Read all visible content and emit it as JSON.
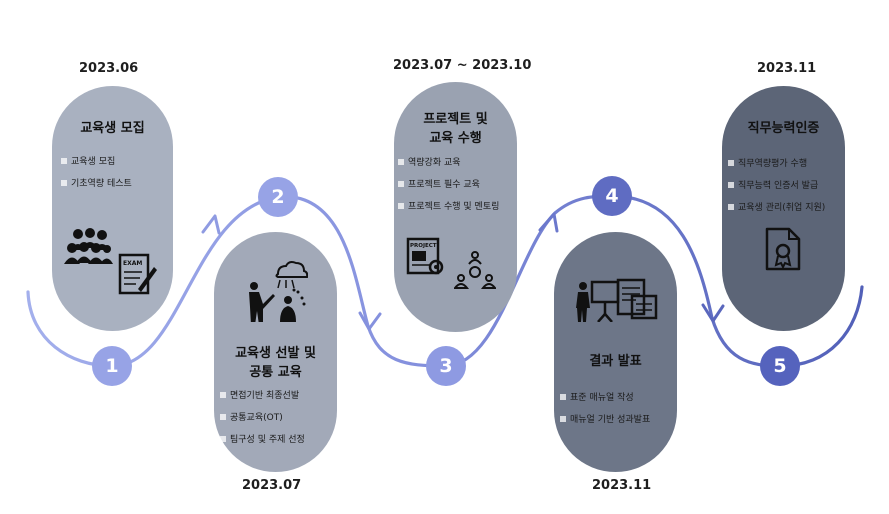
{
  "steps": [
    {
      "num": "1",
      "date": "2023.06",
      "title": "교육생 모집",
      "items": [
        "교육생 모집",
        "기초역량 테스트"
      ]
    },
    {
      "num": "2",
      "date": "2023.07",
      "title_line1": "교육생 선발 및",
      "title_line2": "공통 교육",
      "items": [
        "면접기반 최종선발",
        "공통교육(OT)",
        "팀구성 및 주제 선정"
      ]
    },
    {
      "num": "3",
      "date": "2023.07 ~ 2023.10",
      "title_line1": "프로젝트 및",
      "title_line2": "교육 수행",
      "items": [
        "역량강화 교육",
        "프로젝트 필수 교육",
        "프로젝트 수행 및 멘토링"
      ],
      "icon_text": "PROJECT"
    },
    {
      "num": "4",
      "date": "2023.11",
      "title": "결과 발표",
      "items": [
        "표준 매뉴얼 작성",
        "매뉴얼 기반 성과발표"
      ]
    },
    {
      "num": "5",
      "date": "2023.11",
      "title": "직무능력인증",
      "items": [
        "직무역량평가 수행",
        "직무능력 인증서 발급",
        "교육생 관리(취업 지원)"
      ]
    }
  ],
  "exam_label": "EXAM",
  "colors": {
    "pill1": "#a9b1c0",
    "pill2": "#a2a9b8",
    "pill3": "#9aa2b1",
    "pill4": "#6d7688",
    "pill5": "#5c6577",
    "path_light": "#9aa6e6",
    "path_mid": "#7b88d8",
    "path_dark": "#5563b8",
    "circle_light": "#97a3e6",
    "circle_dark": "#5563bd"
  }
}
